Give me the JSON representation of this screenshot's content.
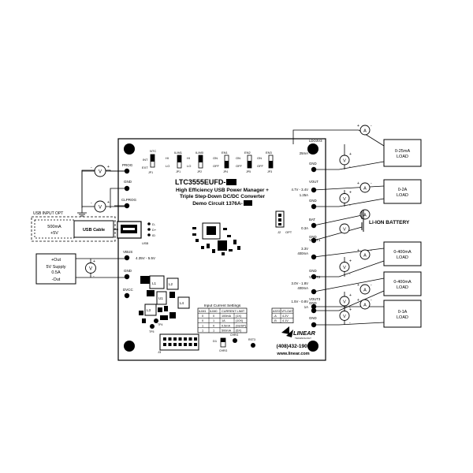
{
  "board": {
    "part": "LTC3555EUFD-",
    "line1": "High Efficiency USB Power Manager +",
    "line2": "Triple Step-Down DC/DC Converter",
    "line3": "Demo Circuit 1376A-"
  },
  "jumpers": [
    {
      "top": "ILIM1",
      "sig": "HI",
      "mid": "",
      "low": "LO",
      "ref": "JP1"
    },
    {
      "top": "ILIM0",
      "sig": "HI",
      "mid": "",
      "low": "LO",
      "ref": "JP2"
    },
    {
      "top": "EN1",
      "sig": "ON",
      "mid": "",
      "low": "OFF",
      "ref": "JP4"
    },
    {
      "top": "EN2",
      "sig": "ON",
      "mid": "",
      "low": "OFF",
      "ref": "JP5"
    },
    {
      "top": "EN3",
      "sig": "ON",
      "mid": "",
      "low": "OFF",
      "ref": "JP3"
    }
  ],
  "ntc": {
    "label": "NTC",
    "int": "INT",
    "ext": "EXT",
    "ref": "JP1"
  },
  "left_terms": {
    "prog": "PROG",
    "gnd1": "GND",
    "clprog": "CLPROG",
    "vbus": "VBUS",
    "range": "4.35V - 5.5V",
    "gnd2": "GND",
    "dvcc": "DVCC",
    "usb": "USB",
    "dminus": "D-",
    "dplus": "D+",
    "id": "ID"
  },
  "usb": {
    "header": "USB INPUT OPT",
    "src_l1": "500mA",
    "src_l2": "+5V",
    "cable": "USB Cable"
  },
  "supply": {
    "plus": "+Out",
    "l1": "5V Supply",
    "l2": "0.5A",
    "minus": "-Out"
  },
  "right_terms": [
    {
      "name": "LDO3V3",
      "v1": "25mA",
      "v2": ""
    },
    {
      "name": "GND",
      "v1": "",
      "v2": ""
    },
    {
      "name": "VOUT",
      "v1": "4.7V - 3.4V",
      "v2": "1.25A"
    },
    {
      "name": "GND",
      "v1": "",
      "v2": ""
    },
    {
      "name": "BAT",
      "v1": "0.3A",
      "v2": ""
    },
    {
      "name": "GND",
      "v1": "",
      "v2": ""
    },
    {
      "name": "VOUT1",
      "v1": "3.3V",
      "v2": "400mA"
    },
    {
      "name": "GND",
      "v1": "",
      "v2": ""
    },
    {
      "name": "VOUT2",
      "v1": "3.0V - 1.8V",
      "v2": "400mA"
    },
    {
      "name": "GND",
      "v1": "",
      "v2": ""
    },
    {
      "name": "VOUT3",
      "v1": "1.5V - 0.8V",
      "v2": "1A"
    },
    {
      "name": "GND",
      "v1": "",
      "v2": ""
    }
  ],
  "loads": [
    {
      "l1": "0-25mA",
      "l2": "LOAD"
    },
    {
      "l1": "0-2A",
      "l2": "LOAD"
    },
    {
      "l1": "0-400mA",
      "l2": "LOAD"
    },
    {
      "l1": "0-400mA",
      "l2": "LOAD"
    },
    {
      "l1": "0-1A",
      "l2": "LOAD"
    }
  ],
  "battery": "Li-ION BATTERY",
  "meters": {
    "amp": "A",
    "volt": "V",
    "plus": "+",
    "minus": "-"
  },
  "j2": {
    "ref": "J2",
    "opt": "OPT"
  },
  "settings": {
    "title": "Input Current Settings",
    "headers": [
      "ILIM1",
      "ILIM0",
      "CURRENT LIMIT"
    ],
    "rows": [
      [
        "0",
        "0",
        "100mA",
        "(1X)"
      ],
      [
        "0",
        "1",
        "1A",
        "(10X)"
      ],
      [
        "1",
        "0",
        "0.5mA",
        "(SUSP)"
      ],
      [
        "1",
        "1",
        "500mA",
        "(5X)"
      ]
    ]
  },
  "assy": {
    "headers": [
      "ASSY",
      "VFLOAT"
    ],
    "rows": [
      [
        "-A",
        "4.2V"
      ],
      [
        "-B",
        "4.1V"
      ]
    ]
  },
  "refs": {
    "j3": "J3",
    "d1": "D1",
    "chrg": "CHRG",
    "rst3": "RST3",
    "tp5": "TP5",
    "tp4": "TP4",
    "l1": "L1",
    "l2": "L2",
    "l3": "L3",
    "l4": "L4",
    "u1": "U1"
  },
  "logo": {
    "phone": "(408)432-1900",
    "url": "www.linear.com",
    "name": "LINEAR",
    "sub": "TECHNOLOGY"
  }
}
